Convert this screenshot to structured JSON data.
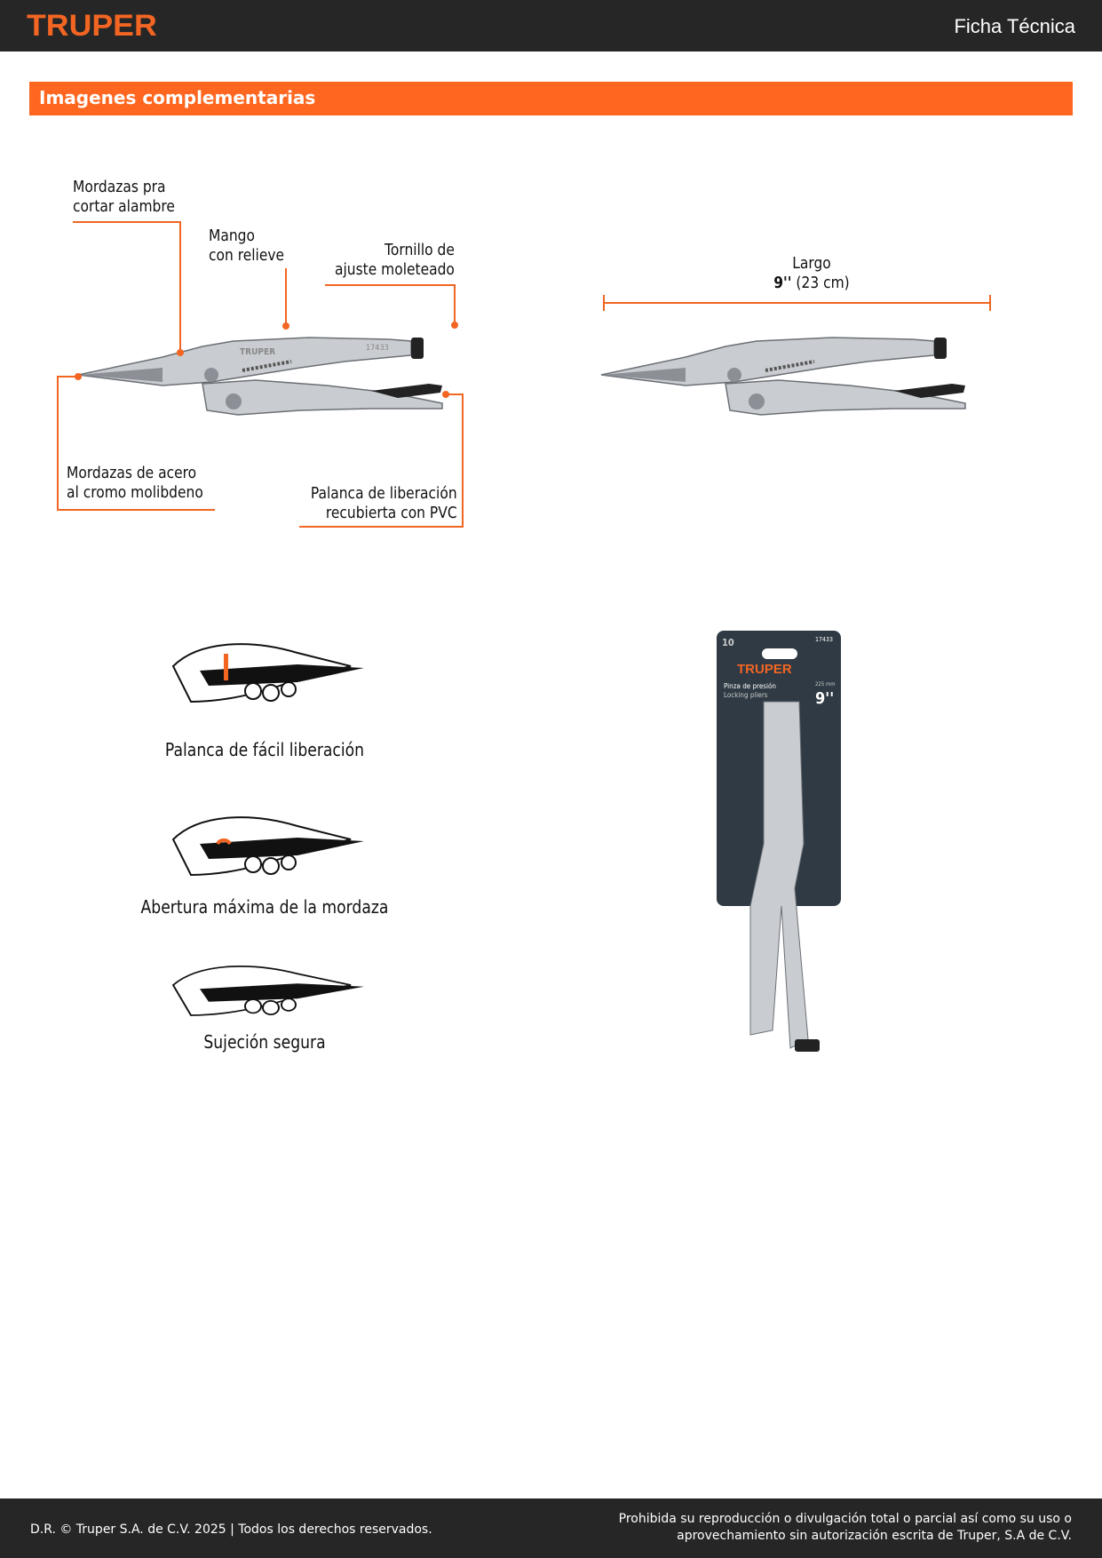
{
  "header": {
    "logo": "TRUPER",
    "title": "Ficha Técnica"
  },
  "section": {
    "title": "Imagenes complementarias"
  },
  "callouts": {
    "cut_jaws": [
      "Mordazas pra",
      "cortar alambre"
    ],
    "handle": [
      "Mango",
      "con relieve"
    ],
    "screw": [
      "Tornillo de",
      "ajuste moleteado"
    ],
    "steel_jaws": [
      "Mordazas de acero",
      "al cromo molibdeno"
    ],
    "lever": [
      "Palanca de liberación",
      "recubierta con PVC"
    ]
  },
  "dimension": {
    "label": "Largo",
    "value": "9''",
    "metric": "(23 cm)"
  },
  "usage": [
    "Palanca de fácil liberación",
    "Abertura máxima de la mordaza",
    "Sujeción segura"
  ],
  "package": {
    "warranty": "10",
    "brand": "TRUPER",
    "code": "17433",
    "name_es": "Pinza de presión",
    "name_en": "Locking pliers",
    "size": "9''",
    "size_mm": "225 mm"
  },
  "tool_mark": {
    "brand": "TRUPER",
    "model": "17433"
  },
  "colors": {
    "accent": "#ff6720",
    "dark": "#262626"
  },
  "footer": {
    "left": "D.R. © Truper S.A. de C.V. 2025 | Todos los derechos reservados.",
    "right": [
      "Prohibida su reproducción o divulgación total o parcial así como su uso o",
      "aprovechamiento sin autorización escrita de Truper, S.A de C.V."
    ]
  }
}
